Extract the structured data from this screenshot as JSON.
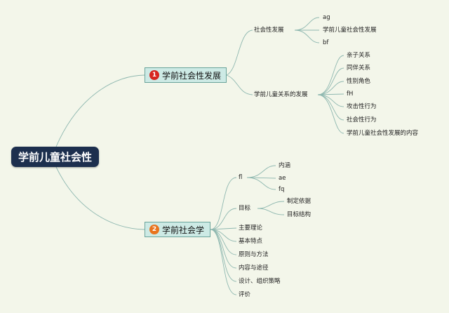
{
  "root": "学前儿童社会性",
  "colors": {
    "background": "#f3f6ea",
    "root_fill": "#1c2f4e",
    "branch_fill": "#cdeae5",
    "badge1": "#d7261f",
    "badge2": "#e9741e",
    "line": "#8fb8b0"
  },
  "branch1": {
    "number": "1",
    "label": "学前社会性发展",
    "topic1": {
      "label": "社会性发展",
      "items": [
        "ag",
        "学前儿童社会性发展",
        "bf"
      ]
    },
    "topic2": {
      "label": "学前儿童关系的发展",
      "items": [
        "亲子关系",
        "同伴关系",
        "性别角色",
        "fH",
        "攻击性行为",
        "社会性行为",
        "学前儿童社会性发展的内容"
      ]
    }
  },
  "branch2": {
    "number": "2",
    "label": "学前社会学",
    "fl": {
      "label": "fl",
      "items": [
        "内涵",
        "ae",
        "fq"
      ]
    },
    "goal": {
      "label": "目标",
      "items": [
        "制定依据",
        "目标结构"
      ]
    },
    "others": [
      "主要理论",
      "基本特点",
      "原则与方法",
      "内容与途径",
      "设计、组织策略",
      "评价"
    ]
  }
}
